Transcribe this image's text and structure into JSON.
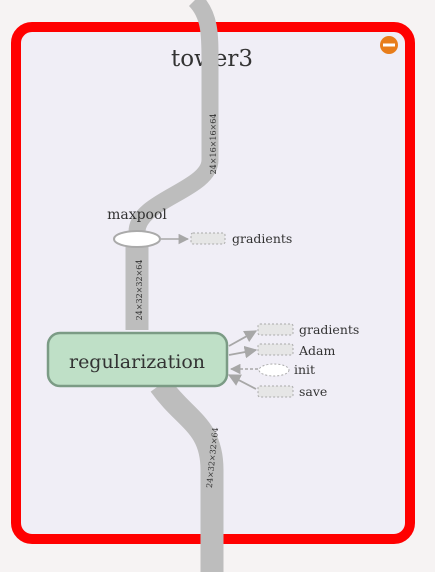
{
  "group": {
    "title": "tower3",
    "collapse_icon": "minus-circle-icon",
    "border_color": "#ff0000",
    "fill_color": "#f0eef6"
  },
  "nodes": {
    "maxpool": {
      "label": "maxpool"
    },
    "regularization": {
      "label": "regularization",
      "fill": "#bfe0c7",
      "stroke": "#7b9b85"
    }
  },
  "edges": {
    "top_edge_label": "24×16×16×64",
    "mid_edge_label": "24×32×32×64",
    "bottom_edge_label": "24×32×32×64"
  },
  "aux": {
    "maxpool_out": [
      "gradients"
    ],
    "reg_out": [
      "gradients",
      "Adam"
    ],
    "reg_in": [
      "init",
      "save"
    ]
  },
  "colors": {
    "edge": "#bdbdbd",
    "aux_arrow": "#a7a7a7",
    "collapse_icon": "#e87d1a"
  }
}
